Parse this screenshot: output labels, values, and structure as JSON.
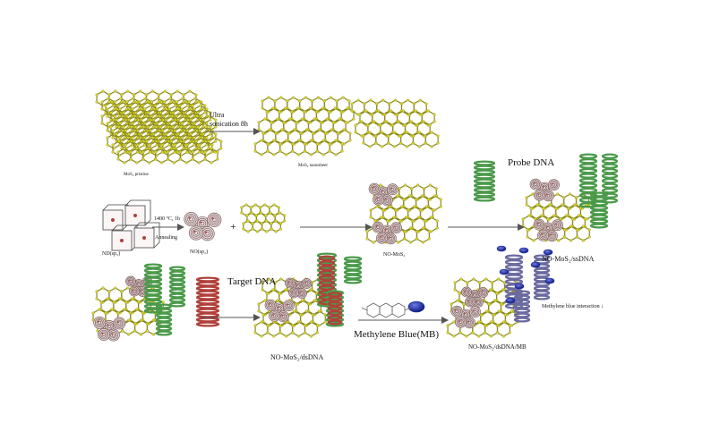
{
  "labels": {
    "mos2_pristine": "MoS₂ pristine",
    "ultra_sonication_line1": "Ultra",
    "ultra_sonication_line2": "sonication 8h",
    "mos2_nanosheet": "MoS₂ nanosheet",
    "probe_dna": "Probe DNA",
    "annealing_temp": "1400 °C, 1h",
    "annealing": "Annealing",
    "plus": "+",
    "nd_sp3": "ND(sp₃)",
    "no_sp2": "NO(sp₂)",
    "no_mos2": "NO-MoS₂",
    "no_mos2_ssdna": "NO-MoS₂/ssDNA",
    "target_dna": "Target DNA",
    "no_mos2_dsdna": "NO-MoS₂/dsDNA",
    "methylene_blue_mb": "Methylene Blue(MB)",
    "no_mos2_dsdna_mb": "NO-MoS₂/dsDNA/MB",
    "methylene_blue_interaction": "Methylene blue interaction ↓"
  },
  "colors": {
    "lattice_stroke": "#8a8a20",
    "sulfur_atom": "#d9d52a",
    "onion_shell": "#7a5a5a",
    "dna_green": "#4a9a4a",
    "dna_red": "#b0403a",
    "mb_blue": "#1a2a9a",
    "arrow": "#555555"
  }
}
